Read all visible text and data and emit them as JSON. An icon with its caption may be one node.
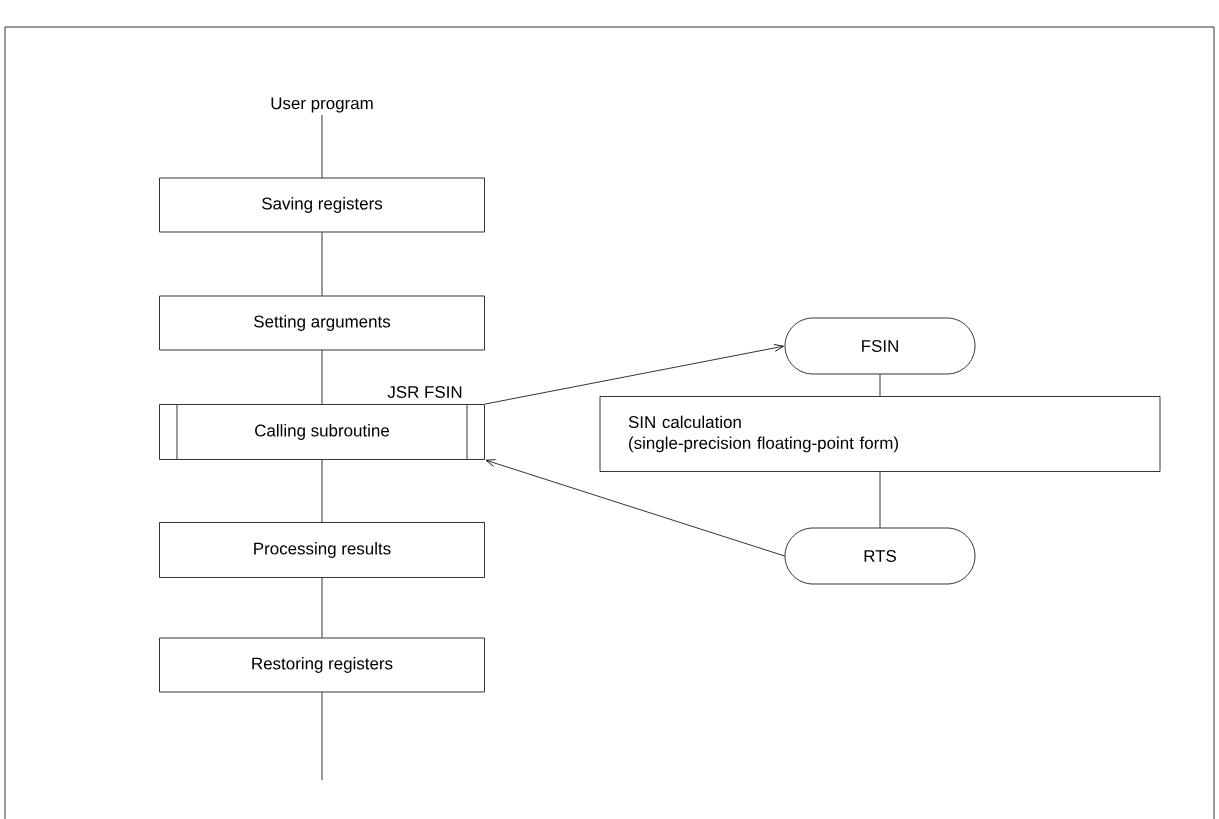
{
  "diagram": {
    "nodes": [
      {
        "text": [
          "User program"
        ]
      },
      {
        "text": [
          "Saving registers"
        ]
      },
      {
        "text": [
          "Setting arguments"
        ]
      },
      {
        "text": [
          "Calling subroutine"
        ]
      },
      {
        "text": [
          "Processing results"
        ]
      },
      {
        "text": [
          "Restoring registers"
        ]
      },
      {
        "text": [
          "FSIN"
        ]
      },
      {
        "text": [
          "SIN calculation",
          "(single-precision floating-point form)"
        ]
      },
      {
        "text": [
          "RTS"
        ]
      }
    ],
    "edges": [
      {
        "from": 0,
        "to": 1,
        "arrow": "none"
      },
      {
        "from": 1,
        "to": 2,
        "arrow": "none"
      },
      {
        "from": 2,
        "to": 3,
        "arrow": "none"
      },
      {
        "from": 3,
        "to": 4,
        "arrow": "none"
      },
      {
        "from": 4,
        "to": 5,
        "arrow": "none"
      },
      {
        "from": 5,
        "to": null,
        "arrow": "none"
      },
      {
        "from": 3,
        "to": 6,
        "arrow": "to",
        "label": "JSR FSIN"
      },
      {
        "from": 6,
        "to": 7,
        "arrow": "none"
      },
      {
        "from": 7,
        "to": 8,
        "arrow": "none"
      },
      {
        "from": 8,
        "to": 3,
        "arrow": "to"
      }
    ]
  }
}
